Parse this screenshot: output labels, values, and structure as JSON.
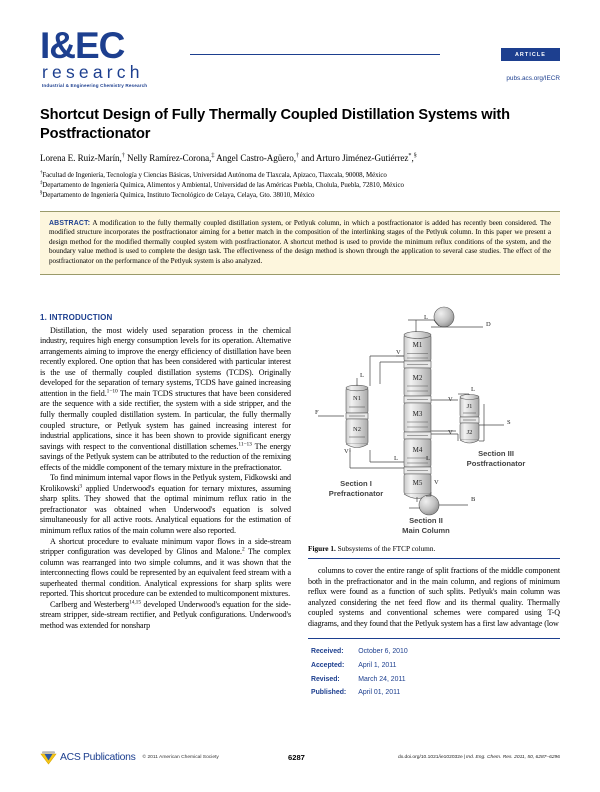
{
  "journal": {
    "logo_main": "I&EC",
    "logo_sub": "research",
    "logo_tagline": "Industrial & Engineering Chemistry Research",
    "article_tag": "ARTICLE",
    "pubs_link": "pubs.acs.org/IECR",
    "brand_color": "#1d3f8f"
  },
  "article": {
    "title": "Shortcut Design of Fully Thermally Coupled Distillation Systems with Postfractionator",
    "authors": "Lorena E. Ruiz-Marín,† Nelly Ramírez-Corona,‡ Angel Castro-Agüero,† and Arturo Jiménez-Gutiérrez*,§",
    "affiliations": [
      "†Facultad de Ingeniería, Tecnología y Ciencias Básicas, Universidad Autónoma de Tlaxcala, Apizaco, Tlaxcala, 90008, México",
      "‡Departamento de Ingeniería Química, Alimentos y Ambiental, Universidad de las Américas Puebla, Cholula, Puebla, 72810, México",
      "§Departamento de Ingeniería Química, Instituto Tecnológico de Celaya, Celaya, Gto. 38010, México"
    ]
  },
  "abstract": {
    "label": "ABSTRACT:",
    "text": "A modification to the fully thermally coupled distillation system, or Petlyuk column, in which a postfractionator is added has recently been considered. The modified structure incorporates the postfractionator aiming for a better match in the composition of the interlinking stages of the Petlyuk column. In this paper we present a design method for the modified thermally coupled system with postfractionator. A shortcut method is used to provide the minimum reflux conditions of the system, and the boundary value method is used to complete the design task. The effectiveness of the design method is shown through the application to several case studies. The effect of the postfractionator on the performance of the Petlyuk system is also analyzed."
  },
  "left_column": {
    "section_title": "1. INTRODUCTION",
    "paragraphs": [
      "Distillation, the most widely used separation process in the chemical industry, requires high energy consumption levels for its operation. Alternative arrangements aiming to improve the energy efficiency of distillation have been recently explored. One option that has been considered with particular interest is the use of thermally coupled distillation systems (TCDS). Originally developed for the separation of ternary systems, TCDS have gained increasing attention in the field.1−10 The main TCDS structures that have been considered are the sequence with a side rectifier, the system with a side stripper, and the fully thermally coupled distillation system. In particular, the fully thermally coupled structure, or Petlyuk system  has gained increasing interest for industrial applications, since it has been shown to provide significant energy savings with respect to the conventional distillation schemes.11−13 The energy savings of the Petlyuk system can be attributed to the reduction of the remixing effects of the middle component of the ternary mixture in the prefractionator.",
      "To find minimum internal vapor flows in the Petlyuk system, Fidkowski and Krolikowski3 applied Underwood's equation for ternary mixtures, assuming sharp splits. They showed that the optimal minimum reflux ratio in the prefractionator was obtained when Underwood's equation is solved simultaneously for all active roots. Analytical equations for the estimation of minimum reflux ratios of the main column were also reported.",
      "A shortcut procedure to evaluate minimum vapor flows in a side-stream stripper configuration was developed by Glinos and Malone.2 The complex column was rearranged into two simple columns, and it was shown that the interconnecting flows could be represented by an equivalent feed stream with a superheated thermal condition. Analytical expressions for sharp splits were reported. This shortcut procedure can be extended to multicomponent mixtures.",
      "Carlberg and Westerberg14,15 developed Underwood's equation for the side-stream stripper, side-stream rectifier, and Petlyuk configurations. Underwood's method was extended for nonsharp"
    ]
  },
  "right_column": {
    "figure": {
      "caption_label": "Figure 1.",
      "caption_text": "Subsystems of the FTCP column.",
      "section_labels": [
        {
          "line1": "Section III",
          "line2": "Postfractionator"
        },
        {
          "line1": "Section I",
          "line2": "Prefractionator"
        },
        {
          "line1": "Section II",
          "line2": "Main Column"
        }
      ],
      "stage_labels": [
        "M1",
        "M2",
        "M3",
        "M4",
        "M5",
        "N1",
        "N2",
        "J1",
        "J2"
      ],
      "stream_labels": [
        "F",
        "D",
        "S",
        "B",
        "L",
        "V"
      ]
    },
    "paragraph": "columns to cover the entire range of split fractions of the middle component both in the prefractionator and in the main column, and regions of minimum reflux were found as a function of such splits. Petlyuk's main column was analyzed considering the net feed flow and its thermal quality. Thermally coupled systems and conventional schemes were compared using T-Q diagrams, and they found that the Petlyuk system has a first law advantage (low",
    "dates": [
      {
        "label": "Received:",
        "value": "October 6, 2010"
      },
      {
        "label": "Accepted:",
        "value": "April 1, 2011"
      },
      {
        "label": "Revised:",
        "value": "March 24, 2011"
      },
      {
        "label": "Published:",
        "value": "April 01, 2011"
      }
    ]
  },
  "footer": {
    "publisher": "ACS Publications",
    "copyright": "© 2011 American Chemical Society",
    "page_number": "6287",
    "doi": "dx.doi.org/10.1021/ie102032e",
    "citation": "Ind. Eng. Chem. Res. 2011, 50, 6287–6296"
  }
}
